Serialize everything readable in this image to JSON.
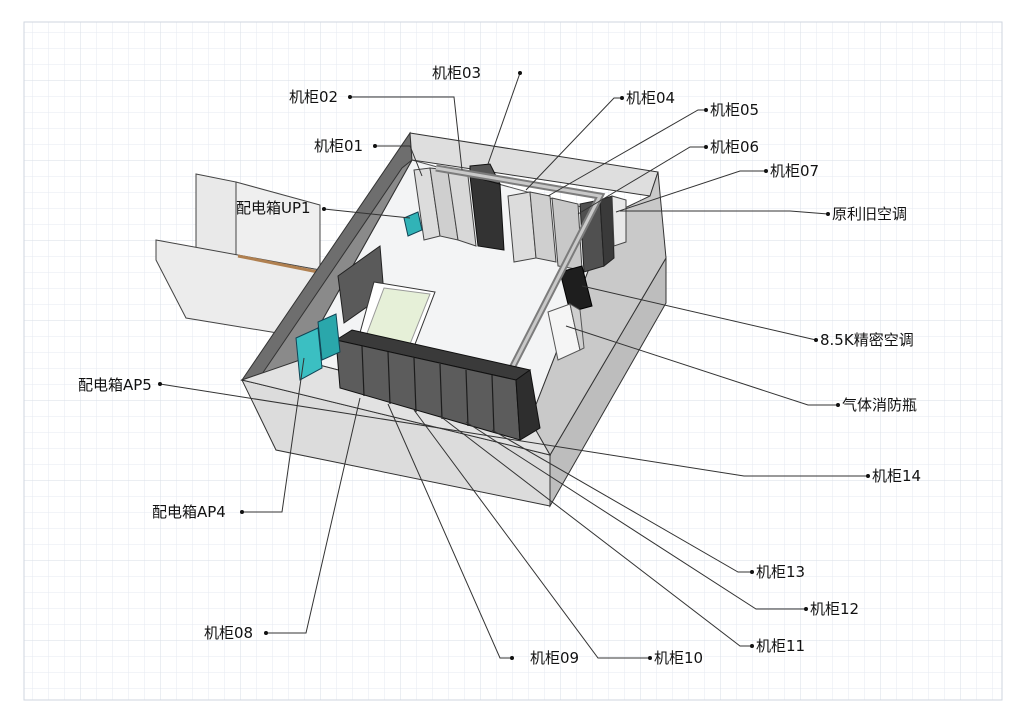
{
  "labels": {
    "cab01": "机柜01",
    "cab02": "机柜02",
    "cab03": "机柜03",
    "cab04": "机柜04",
    "cab05": "机柜05",
    "cab06": "机柜06",
    "cab07": "机柜07",
    "cab08": "机柜08",
    "cab09": "机柜09",
    "cab10": "机柜10",
    "cab11": "机柜11",
    "cab12": "机柜12",
    "cab13": "机柜13",
    "cab14": "机柜14",
    "old_ac": "原利旧空调",
    "precision_ac": "8.5K精密空调",
    "gas_fire": "气体消防瓶",
    "up1": "配电箱UP1",
    "ap5": "配电箱AP5",
    "ap4": "配电箱AP4"
  }
}
